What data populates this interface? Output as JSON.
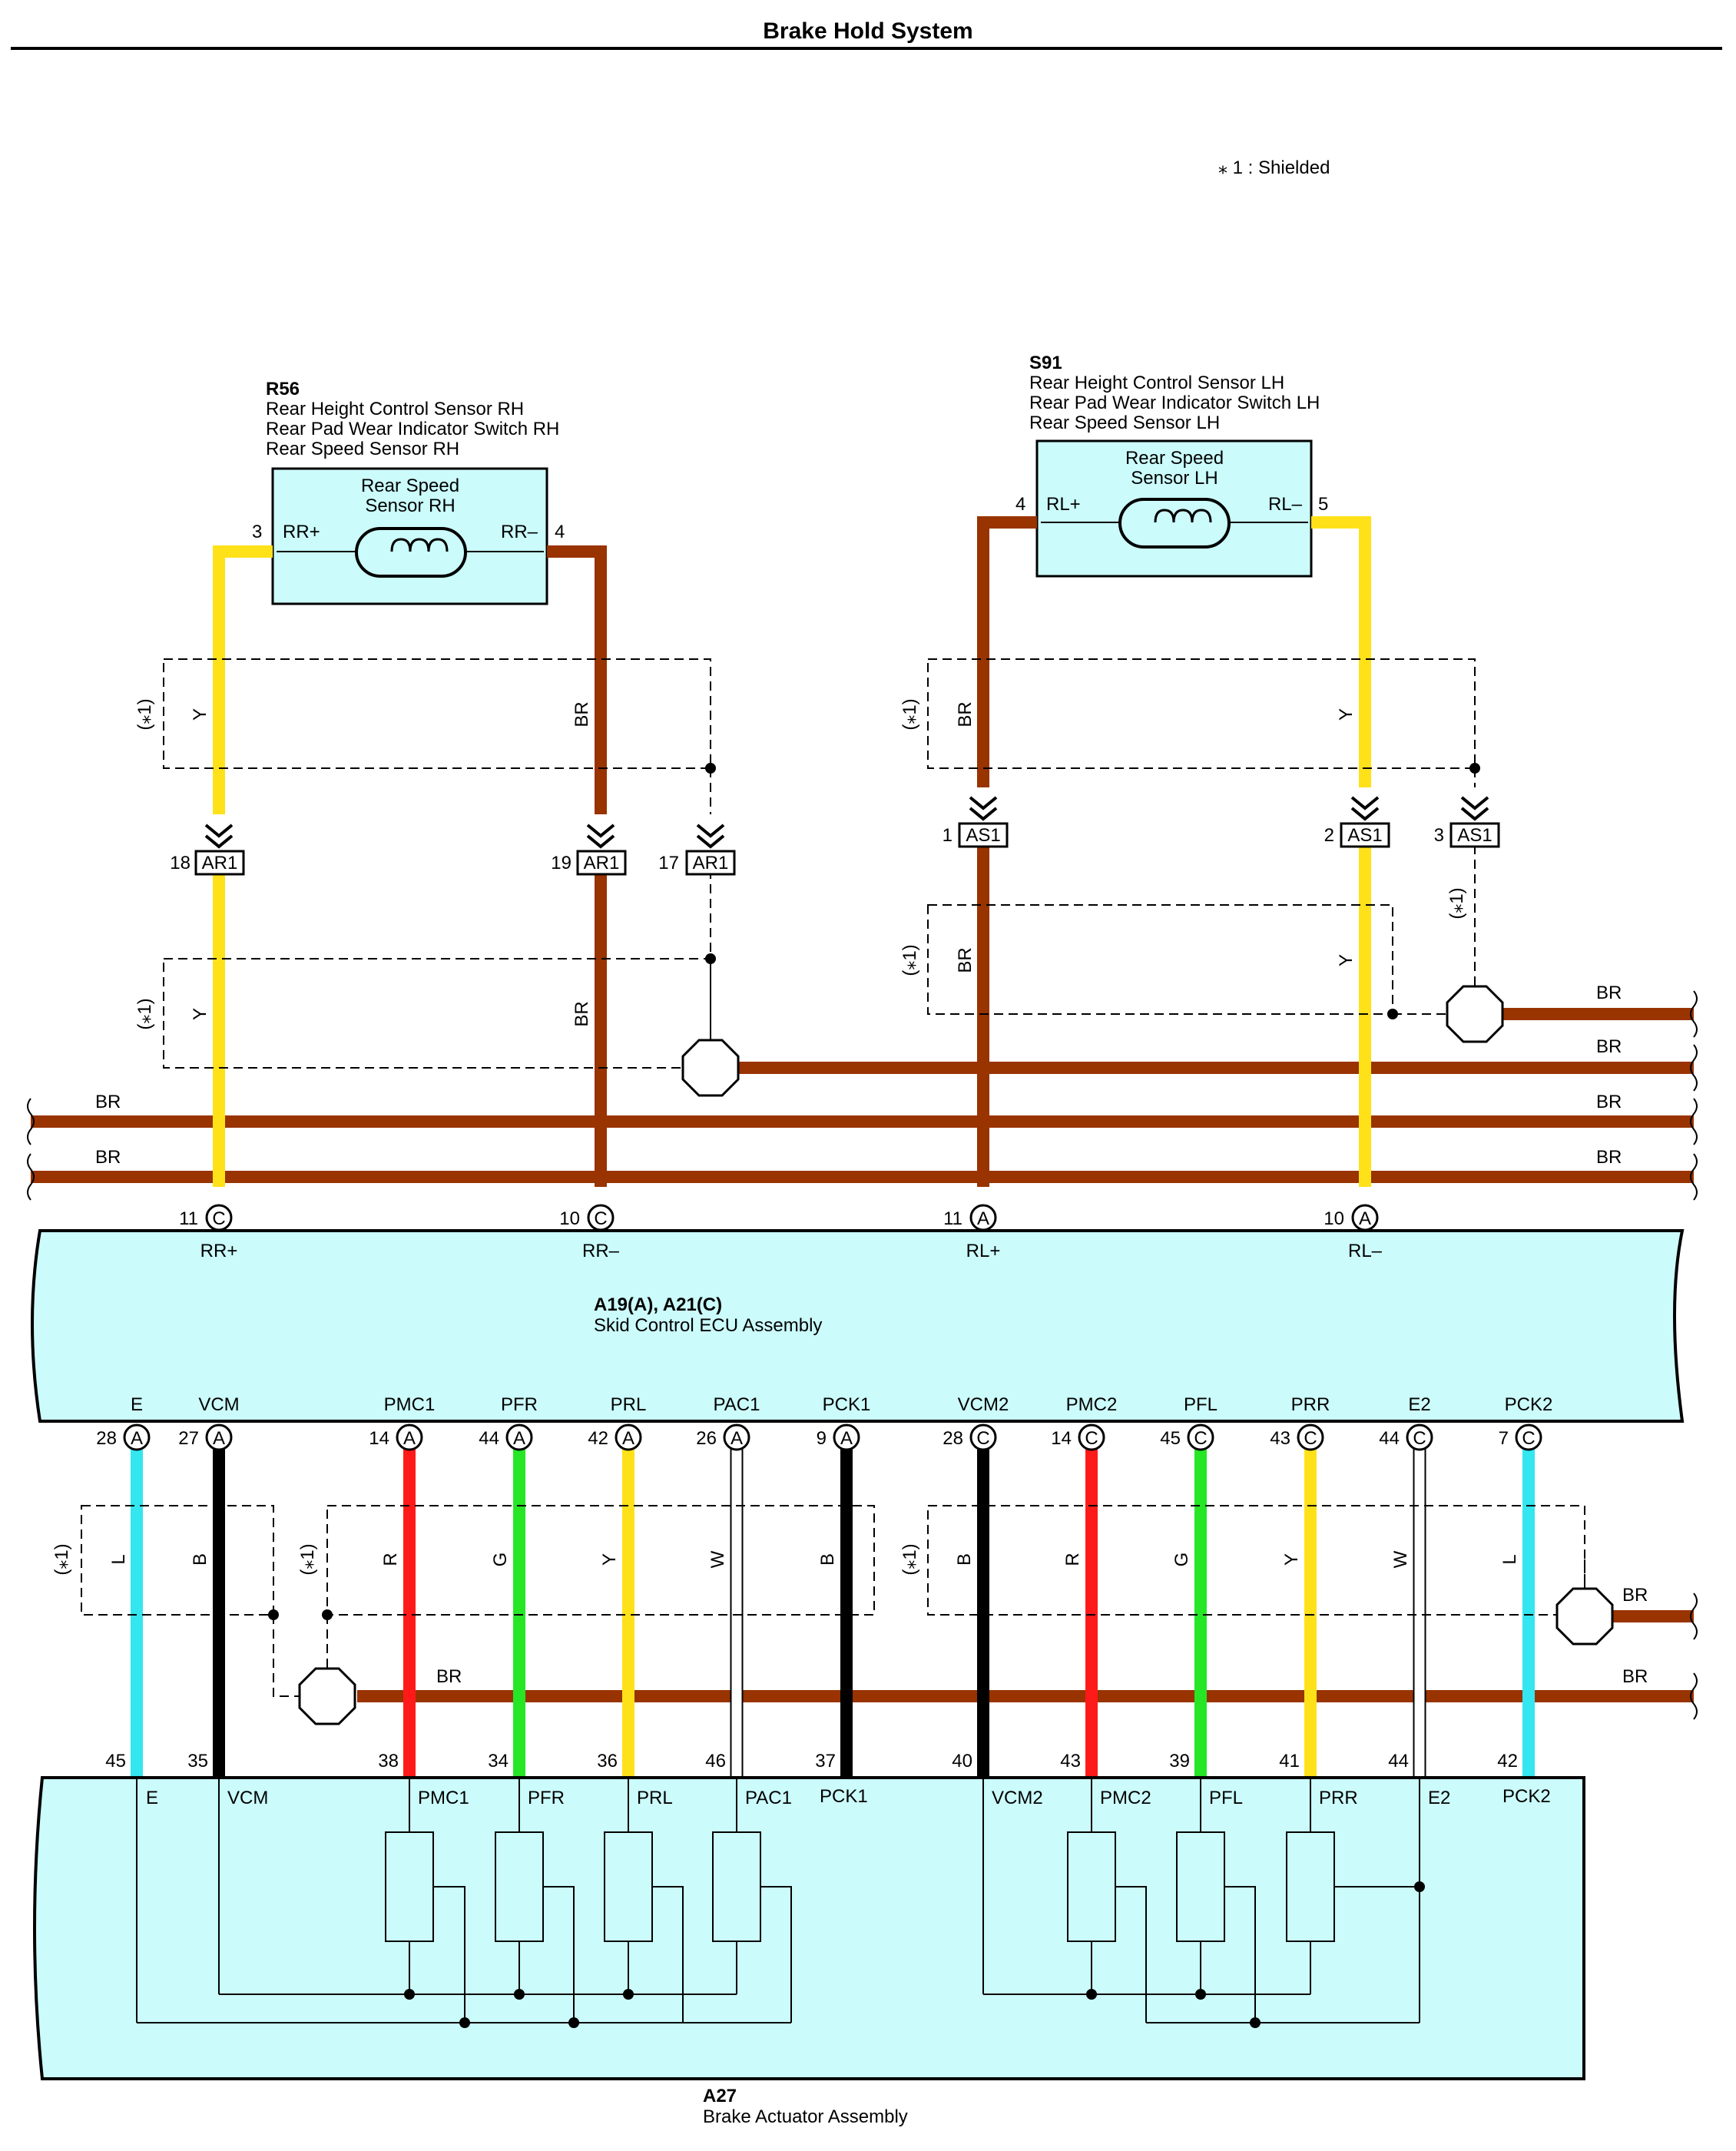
{
  "title": "Brake Hold System",
  "legend_note": "⁎ 1 : Shielded",
  "shield_mark": "(⁎1)",
  "colors": {
    "BR": "#993300",
    "Y": "#ffe11a",
    "L": "#33e6f0",
    "B": "#000000",
    "R": "#ff1a1a",
    "G": "#26e626",
    "W": "#ffffff",
    "box": "#cbfbfb"
  },
  "components": {
    "r56": {
      "id": "R56",
      "lines": [
        "Rear Height Control Sensor RH",
        "Rear Pad Wear Indicator Switch RH",
        "Rear Speed Sensor RH"
      ],
      "inner": [
        "Rear Speed",
        "Sensor RH"
      ],
      "pins": [
        {
          "num": "3",
          "name": "RR+"
        },
        {
          "num": "4",
          "name": "RR–"
        }
      ]
    },
    "s91": {
      "id": "S91",
      "lines": [
        "Rear Height Control Sensor LH",
        "Rear Pad Wear Indicator Switch LH",
        "Rear Speed Sensor LH"
      ],
      "inner": [
        "Rear Speed",
        "Sensor LH"
      ],
      "pins": [
        {
          "num": "4",
          "name": "RL+"
        },
        {
          "num": "5",
          "name": "RL–"
        }
      ]
    },
    "ecu": {
      "id": "A19(A), A21(C)",
      "name": "Skid Control ECU Assembly",
      "top_pins": [
        {
          "num": "11",
          "conn": "C",
          "name": "RR+"
        },
        {
          "num": "10",
          "conn": "C",
          "name": "RR–"
        },
        {
          "num": "11",
          "conn": "A",
          "name": "RL+"
        },
        {
          "num": "10",
          "conn": "A",
          "name": "RL–"
        }
      ],
      "bottom_pins": [
        {
          "num": "28",
          "conn": "A",
          "name": "E"
        },
        {
          "num": "27",
          "conn": "A",
          "name": "VCM"
        },
        {
          "num": "14",
          "conn": "A",
          "name": "PMC1"
        },
        {
          "num": "44",
          "conn": "A",
          "name": "PFR"
        },
        {
          "num": "42",
          "conn": "A",
          "name": "PRL"
        },
        {
          "num": "26",
          "conn": "A",
          "name": "PAC1"
        },
        {
          "num": "9",
          "conn": "A",
          "name": "PCK1"
        },
        {
          "num": "28",
          "conn": "C",
          "name": "VCM2"
        },
        {
          "num": "14",
          "conn": "C",
          "name": "PMC2"
        },
        {
          "num": "45",
          "conn": "C",
          "name": "PFL"
        },
        {
          "num": "43",
          "conn": "C",
          "name": "PRR"
        },
        {
          "num": "44",
          "conn": "C",
          "name": "E2"
        },
        {
          "num": "7",
          "conn": "C",
          "name": "PCK2"
        }
      ]
    },
    "a27": {
      "id": "A27",
      "name": "Brake Actuator Assembly",
      "pins": [
        {
          "num": "45",
          "name": "E"
        },
        {
          "num": "35",
          "name": "VCM"
        },
        {
          "num": "38",
          "name": "PMC1"
        },
        {
          "num": "34",
          "name": "PFR"
        },
        {
          "num": "36",
          "name": "PRL"
        },
        {
          "num": "46",
          "name": "PAC1"
        },
        {
          "num": "37",
          "name": "PCK1"
        },
        {
          "num": "40",
          "name": "VCM2"
        },
        {
          "num": "43",
          "name": "PMC2"
        },
        {
          "num": "39",
          "name": "PFL"
        },
        {
          "num": "41",
          "name": "PRR"
        },
        {
          "num": "44",
          "name": "E2"
        },
        {
          "num": "42",
          "name": "PCK2"
        }
      ]
    }
  },
  "connectors": {
    "ar1": [
      {
        "num": "18",
        "name": "AR1"
      },
      {
        "num": "19",
        "name": "AR1"
      },
      {
        "num": "17",
        "name": "AR1"
      }
    ],
    "as1": [
      {
        "num": "1",
        "name": "AS1"
      },
      {
        "num": "2",
        "name": "AS1"
      },
      {
        "num": "3",
        "name": "AS1"
      }
    ]
  },
  "wire_labels": {
    "upper_rh": [
      "Y",
      "BR",
      "Y",
      "BR"
    ],
    "upper_lh": [
      "BR",
      "Y",
      "BR",
      "Y"
    ],
    "bottom": [
      "L",
      "B",
      "R",
      "G",
      "Y",
      "W",
      "B",
      "B",
      "R",
      "G",
      "Y",
      "W",
      "L"
    ],
    "br": "BR"
  }
}
